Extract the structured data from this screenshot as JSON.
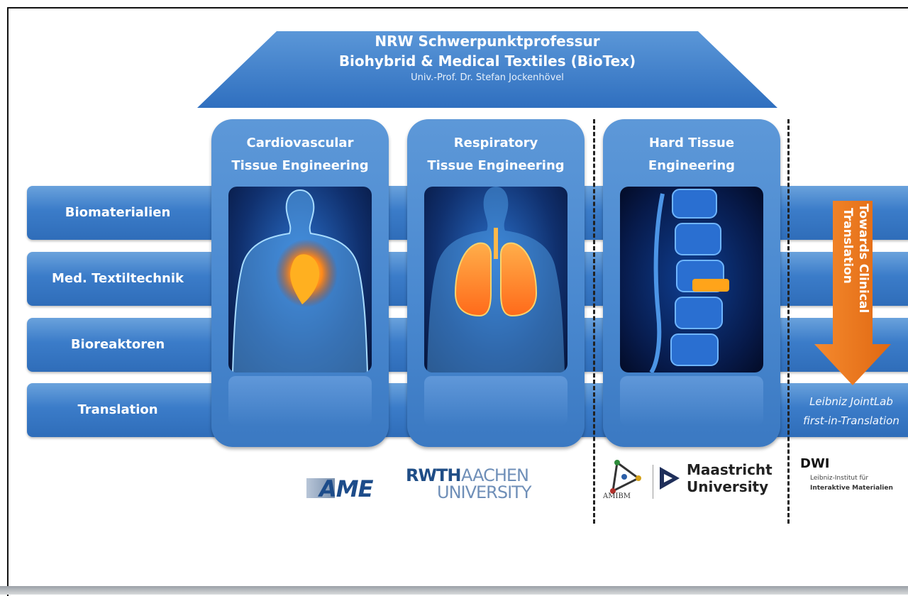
{
  "roof": {
    "line1": "NRW Schwerpunktprofessur",
    "line2": "Biohybrid & Medical Textiles (BioTex)",
    "line3": "Univ.-Prof. Dr. Stefan Jockenhövel"
  },
  "rows": [
    {
      "label": "Biomaterialien"
    },
    {
      "label": "Med. Textiltechnik"
    },
    {
      "label": "Bioreaktoren"
    },
    {
      "label": "Translation"
    }
  ],
  "pillars": [
    {
      "line1": "Cardiovascular",
      "line2": "Tissue Engineering",
      "image": "heart-image"
    },
    {
      "line1": "Respiratory",
      "line2": "Tissue Engineering",
      "image": "lungs-image"
    },
    {
      "line1": "Hard Tissue",
      "line2": "Engineering",
      "image": "spine-image"
    }
  ],
  "arrow": {
    "line1": "Towards Clinical",
    "line2": "Translation",
    "color": "#f07a22"
  },
  "joint_lab": {
    "line1": "Leibniz JointLab",
    "line2": "first-in-Translation"
  },
  "logos": {
    "ame": "AME",
    "rwth_bold": "RWTH",
    "rwth_light1": "AACHEN",
    "rwth_light2": "UNIVERSITY",
    "amibm": "AMIBM",
    "maastricht_line1": "Maastricht",
    "maastricht_line2": "University",
    "dwi_name": "DWI",
    "dwi_sub1": "Leibniz-Institut für",
    "dwi_sub2": "Interaktive Materialien"
  },
  "colors": {
    "bar_blue": "#3b7cc9",
    "roof_blue": "#3d7fcc",
    "arrow_orange": "#f07a22"
  }
}
